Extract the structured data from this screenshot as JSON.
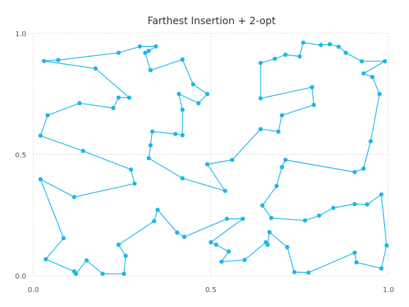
{
  "chart_data": {
    "type": "line",
    "title": "Farthest Insertion + 2-opt",
    "xlabel": "",
    "ylabel": "",
    "xlim": [
      0,
      1
    ],
    "ylim": [
      0,
      1
    ],
    "x_ticks": [
      "0.0",
      "0.5",
      "1.0"
    ],
    "y_ticks": [
      "0.0",
      "0.5",
      "1.0"
    ],
    "grid": true,
    "color": "#1bb6ea",
    "series": [
      {
        "closed": true,
        "points": [
          [
            0.03,
            0.886
          ],
          [
            0.07,
            0.89
          ],
          [
            0.24,
            0.92
          ],
          [
            0.3,
            0.946
          ],
          [
            0.345,
            0.946
          ],
          [
            0.325,
            0.928
          ],
          [
            0.315,
            0.92
          ],
          [
            0.33,
            0.848
          ],
          [
            0.42,
            0.892
          ],
          [
            0.45,
            0.79
          ],
          [
            0.49,
            0.75
          ],
          [
            0.465,
            0.712
          ],
          [
            0.41,
            0.75
          ],
          [
            0.42,
            0.685
          ],
          [
            0.42,
            0.58
          ],
          [
            0.4,
            0.585
          ],
          [
            0.335,
            0.595
          ],
          [
            0.33,
            0.538
          ],
          [
            0.325,
            0.485
          ],
          [
            0.42,
            0.402
          ],
          [
            0.54,
            0.35
          ],
          [
            0.49,
            0.46
          ],
          [
            0.56,
            0.478
          ],
          [
            0.64,
            0.605
          ],
          [
            0.69,
            0.595
          ],
          [
            0.7,
            0.662
          ],
          [
            0.79,
            0.705
          ],
          [
            0.785,
            0.778
          ],
          [
            0.64,
            0.732
          ],
          [
            0.64,
            0.878
          ],
          [
            0.68,
            0.895
          ],
          [
            0.71,
            0.912
          ],
          [
            0.75,
            0.905
          ],
          [
            0.76,
            0.962
          ],
          [
            0.81,
            0.952
          ],
          [
            0.835,
            0.955
          ],
          [
            0.86,
            0.945
          ],
          [
            0.88,
            0.92
          ],
          [
            0.925,
            0.885
          ],
          [
            0.99,
            0.885
          ],
          [
            0.93,
            0.835
          ],
          [
            0.955,
            0.82
          ],
          [
            0.975,
            0.75
          ],
          [
            0.95,
            0.555
          ],
          [
            0.93,
            0.442
          ],
          [
            0.905,
            0.428
          ],
          [
            0.71,
            0.478
          ],
          [
            0.7,
            0.448
          ],
          [
            0.685,
            0.37
          ],
          [
            0.645,
            0.29
          ],
          [
            0.67,
            0.238
          ],
          [
            0.765,
            0.228
          ],
          [
            0.805,
            0.248
          ],
          [
            0.845,
            0.28
          ],
          [
            0.905,
            0.296
          ],
          [
            0.94,
            0.294
          ],
          [
            0.98,
            0.335
          ],
          [
            0.995,
            0.125
          ],
          [
            0.98,
            0.03
          ],
          [
            0.91,
            0.055
          ],
          [
            0.905,
            0.095
          ],
          [
            0.775,
            0.013
          ],
          [
            0.735,
            0.015
          ],
          [
            0.715,
            0.118
          ],
          [
            0.665,
            0.18
          ],
          [
            0.66,
            0.128
          ],
          [
            0.655,
            0.138
          ],
          [
            0.595,
            0.065
          ],
          [
            0.53,
            0.058
          ],
          [
            0.55,
            0.1
          ],
          [
            0.515,
            0.128
          ],
          [
            0.5,
            0.138
          ],
          [
            0.59,
            0.235
          ],
          [
            0.545,
            0.235
          ],
          [
            0.425,
            0.16
          ],
          [
            0.405,
            0.178
          ],
          [
            0.35,
            0.272
          ],
          [
            0.34,
            0.225
          ],
          [
            0.24,
            0.128
          ],
          [
            0.26,
            0.082
          ],
          [
            0.255,
            0.008
          ],
          [
            0.195,
            0.008
          ],
          [
            0.15,
            0.063
          ],
          [
            0.12,
            0.008
          ],
          [
            0.115,
            0.018
          ],
          [
            0.035,
            0.068
          ],
          [
            0.085,
            0.155
          ],
          [
            0.02,
            0.398
          ],
          [
            0.115,
            0.325
          ],
          [
            0.285,
            0.38
          ],
          [
            0.275,
            0.438
          ],
          [
            0.14,
            0.515
          ],
          [
            0.02,
            0.578
          ],
          [
            0.04,
            0.662
          ],
          [
            0.13,
            0.712
          ],
          [
            0.225,
            0.692
          ],
          [
            0.24,
            0.735
          ],
          [
            0.27,
            0.735
          ],
          [
            0.175,
            0.855
          ],
          [
            0.03,
            0.886
          ]
        ]
      }
    ]
  }
}
